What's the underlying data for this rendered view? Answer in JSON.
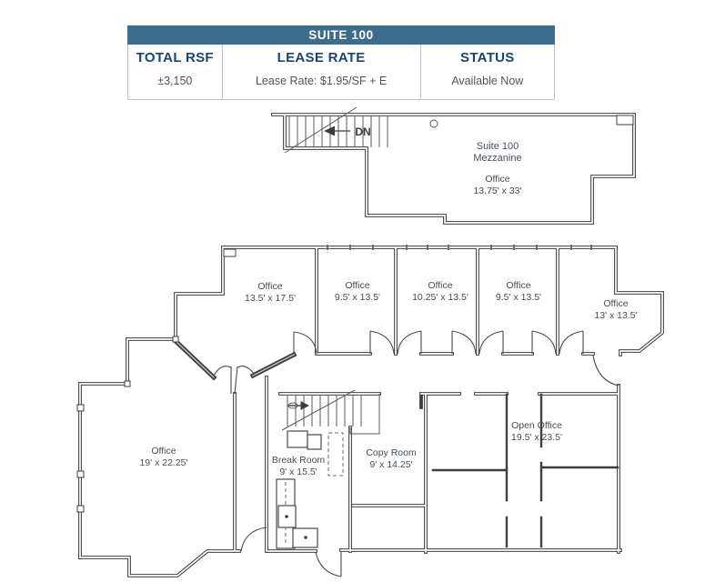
{
  "header": {
    "title": "SUITE 100",
    "columns": [
      {
        "label": "TOTAL RSF",
        "value": "±3,150"
      },
      {
        "label": "LEASE RATE",
        "value": "Lease Rate: $1.95/SF + E"
      },
      {
        "label": "STATUS",
        "value": "Available Now"
      }
    ]
  },
  "colors": {
    "header_bar": "#3E6C8C",
    "header_label_text": "#1B456B",
    "value_text": "#4E555B",
    "wall_line": "#3F3F3F",
    "room_label_text": "#454E57",
    "table_border": "#C3C3C3"
  },
  "plan": {
    "mezzanine": {
      "name_line1": "Suite 100",
      "name_line2": "Mezzanine",
      "room": "Office",
      "dims": "13.75' x 33'"
    },
    "stairs": {
      "down_label": "DN"
    },
    "rooms": [
      {
        "name": "Office",
        "dims": "13.5' x 17.5'"
      },
      {
        "name": "Office",
        "dims": "9.5' x 13.5'"
      },
      {
        "name": "Office",
        "dims": "10.25' x 13.5'"
      },
      {
        "name": "Office",
        "dims": "9.5' x 13.5'"
      },
      {
        "name": "Office",
        "dims": "13' x 13.5'"
      },
      {
        "name": "Office",
        "dims": "19' x 22.25'"
      },
      {
        "name": "Break Room",
        "dims": "9' x 15.5'"
      },
      {
        "name": "Copy Room",
        "dims": "9' x 14.25'"
      },
      {
        "name": "Open Office",
        "dims": "19.5' x 23.5'"
      }
    ]
  }
}
